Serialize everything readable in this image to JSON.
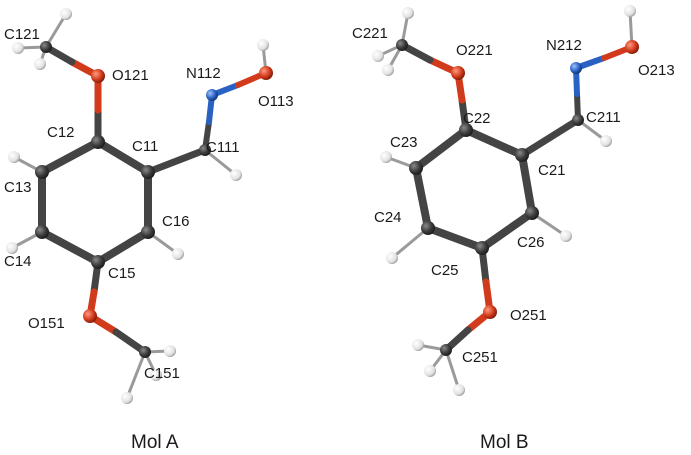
{
  "molecules": [
    {
      "caption": "Mol A",
      "labels": {
        "C121": "C121",
        "O121": "O121",
        "N112": "N112",
        "O113": "O113",
        "C12": "C12",
        "C11": "C11",
        "C111": "C111",
        "C13": "C13",
        "C16": "C16",
        "C14": "C14",
        "C15": "C15",
        "O151": "O151",
        "C151": "C151"
      }
    },
    {
      "caption": "Mol B",
      "labels": {
        "C221": "C221",
        "O221": "O221",
        "N212": "N212",
        "O213": "O213",
        "C22": "C22",
        "C211": "C211",
        "C23": "C23",
        "C21": "C21",
        "C24": "C24",
        "C26": "C26",
        "C25": "C25",
        "O251": "O251",
        "C251": "C251"
      }
    }
  ],
  "colors": {
    "carbon": "#3a3a3a",
    "oxygen": "#d23a1c",
    "nitrogen": "#2a62c4",
    "hydrogen": "#e6e6e6",
    "bond": "#4a4a4a"
  }
}
